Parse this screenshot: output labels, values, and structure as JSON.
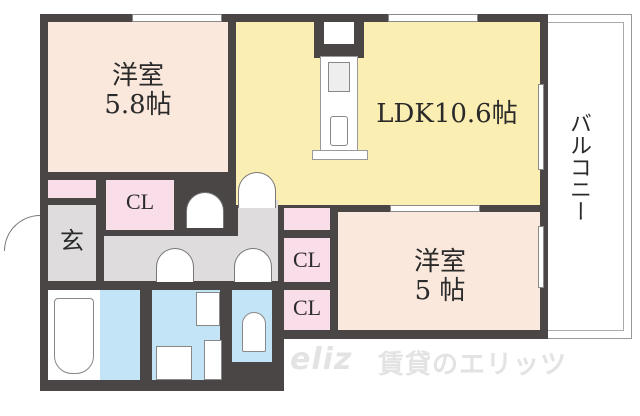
{
  "floorplan": {
    "rooms": [
      {
        "id": "western-room-1",
        "name": "洋室",
        "size": "5.8帖",
        "color": "#fbe8dc"
      },
      {
        "id": "ldk",
        "name": "LDK",
        "size": "10.6帖",
        "label": "LDK10.6帖",
        "color": "#fbeeb2"
      },
      {
        "id": "western-room-2",
        "name": "洋室",
        "size": "5 帖",
        "color": "#fbe8dc"
      },
      {
        "id": "entrance",
        "name": "玄",
        "color": "#dedcdc"
      },
      {
        "id": "balcony",
        "name": "バルコニー",
        "color": "#ffffff"
      }
    ],
    "closets": [
      {
        "id": "closet-1",
        "label": "CL"
      },
      {
        "id": "closet-2",
        "label": "CL"
      },
      {
        "id": "closet-3",
        "label": "CL"
      }
    ],
    "wet_areas": {
      "color": "#c3e4f6",
      "items": [
        "bathtub",
        "washbasin",
        "washing-machine-pan",
        "toilet"
      ]
    },
    "colors": {
      "wall": "#4a4646",
      "hall": "#dedcdc",
      "closet": "#f9dde9"
    }
  },
  "watermark": {
    "text": "賃貸のエリッツ",
    "logo": "eliz"
  }
}
